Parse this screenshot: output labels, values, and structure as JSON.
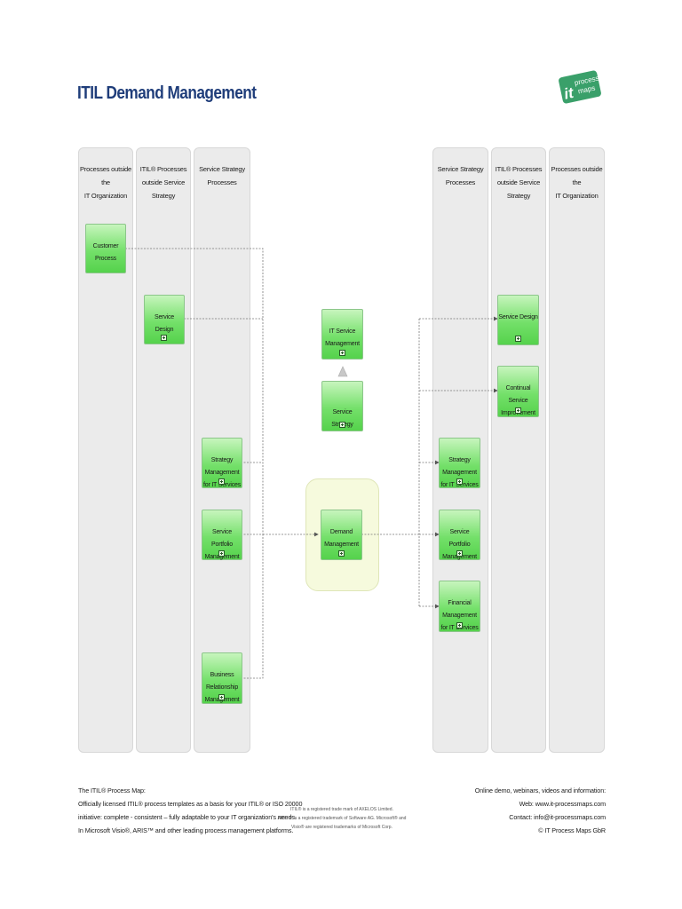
{
  "header": {
    "title": "ITIL Demand Management"
  },
  "logo": {
    "prefix": "it",
    "line1": "process",
    "line2": "maps",
    "color": "#3aa06a"
  },
  "lanes": {
    "l1": "Processes outside\nthe\nIT Organization",
    "l2": "ITIL® Processes\noutside Service\nStrategy",
    "l3": "Service Strategy\nProcesses",
    "r1": "Service Strategy\nProcesses",
    "r2": "ITIL® Processes\noutside Service\nStrategy",
    "r3": "Processes outside\nthe\nIT Organization"
  },
  "nodes": {
    "customer_process": "Customer\nProcess",
    "service_design_left": "Service Design",
    "strategy_mgmt_left": "Strategy\nManagement\nfor IT Services",
    "portfolio_mgmt_left": "Service Portfolio\nManagement",
    "brm": "Business\nRelationship\nManagement",
    "it_service_mgmt": "IT Service\nManagement",
    "service_strategy": "Service Strategy",
    "demand_mgmt": "Demand\nManagement",
    "strategy_mgmt_right": "Strategy\nManagement\nfor IT Services",
    "portfolio_mgmt_right": "Service Portfolio\nManagement",
    "financial_mgmt": "Financial\nManagement\nfor IT Services",
    "service_design_right": "Service Design",
    "csi": "Continual\nService\nImprovement"
  },
  "footer": {
    "left": "The ITIL® Process Map:\nOfficially licensed ITIL® process templates as a basis for your ITIL® or ISO 20000\ninitiative: complete - consistent – fully adaptable to your IT organization's needs.\nIn Microsoft Visio®, ARIS™ and other leading process management platforms.",
    "middle": "ITIL® is a registered trade mark of AXELOS Limited.\nARIS™ is a registered trademark of Software AG. Microsoft® and\nVisio® are registered trademarks of Microsoft Corp.",
    "right": "Online demo, webinars, videos and information:\nWeb: www.it-processmaps.com\nContact: info@it-processmaps.com\n© IT Process Maps GbR"
  }
}
